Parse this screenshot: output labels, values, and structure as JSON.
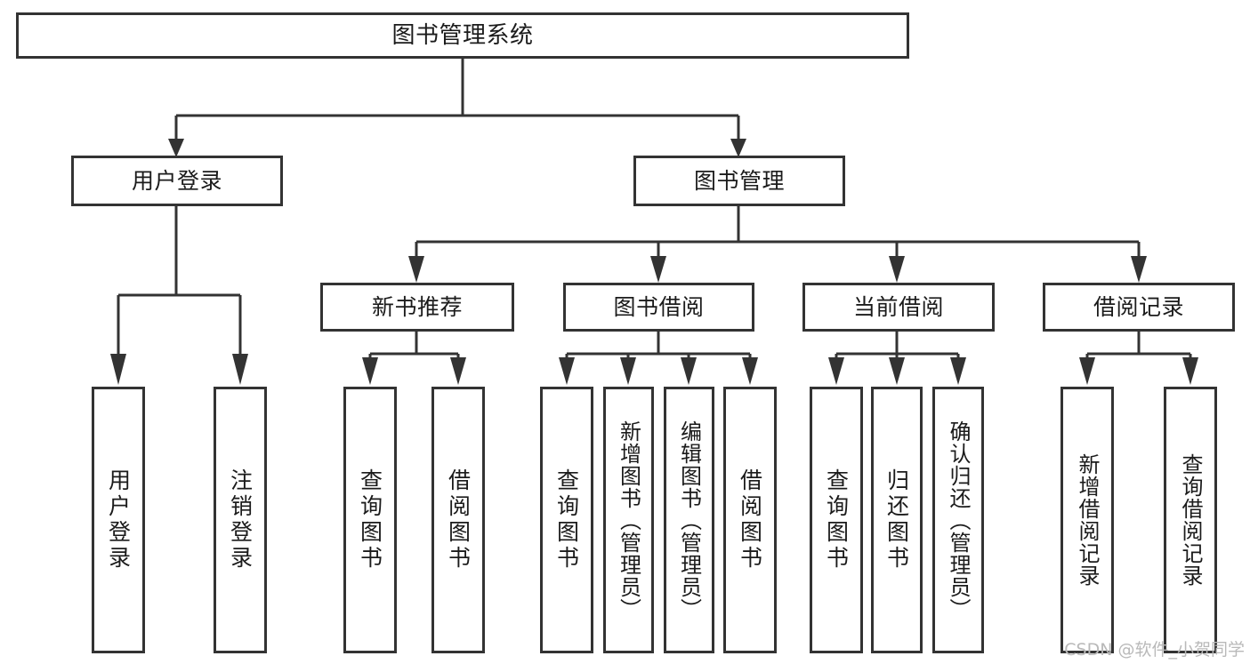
{
  "diagram": {
    "type": "tree",
    "title": "图书管理系统",
    "root": {
      "label": "图书管理系统"
    },
    "level2": [
      {
        "label": "用户登录"
      },
      {
        "label": "图书管理"
      }
    ],
    "level3": [
      {
        "label": "新书推荐"
      },
      {
        "label": "图书借阅"
      },
      {
        "label": "当前借阅"
      },
      {
        "label": "借阅记录"
      }
    ],
    "leaves": {
      "user_login": [
        {
          "label": "用户登录"
        },
        {
          "label": "注销登录"
        }
      ],
      "new_book_recommend": [
        {
          "label": "查询图书"
        },
        {
          "label": "借阅图书"
        }
      ],
      "book_borrow": [
        {
          "label": "查询图书"
        },
        {
          "label": "新增图书（管理员）"
        },
        {
          "label": "编辑图书（管理员）"
        },
        {
          "label": "借阅图书"
        }
      ],
      "current_borrow": [
        {
          "label": "查询图书"
        },
        {
          "label": "归还图书"
        },
        {
          "label": "确认归还（管理员）"
        }
      ],
      "borrow_record": [
        {
          "label": "新增借阅记录"
        },
        {
          "label": "查询借阅记录"
        }
      ]
    }
  },
  "watermark": {
    "text": "CSDN @软件_小贺同学"
  },
  "colors": {
    "stroke": "#333333",
    "fill": "#ffffff",
    "text": "#1b1b1b",
    "watermark": "#b9b9b9"
  }
}
